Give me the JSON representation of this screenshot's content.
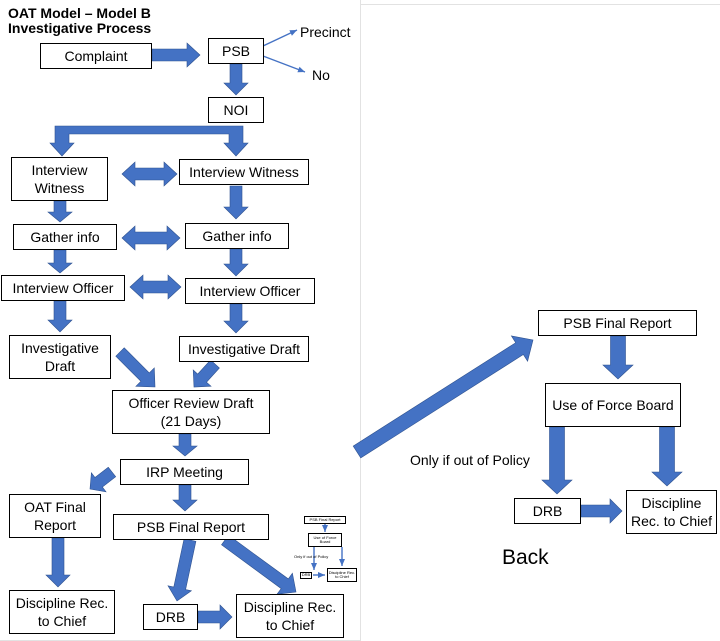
{
  "title": {
    "line1": "OAT Model – Model B",
    "line2": "Investigative Process"
  },
  "nodes": {
    "complaint": "Complaint",
    "psb": "PSB",
    "precinct": "Precinct",
    "no": "No",
    "noi": "NOI",
    "interview_witness_left": "Interview Witness",
    "interview_witness_right": "Interview Witness",
    "gather_info_left": "Gather info",
    "gather_info_right": "Gather info",
    "interview_officer_left": "Interview Officer",
    "interview_officer_right": "Interview Officer",
    "investigative_draft_left": "Investigative Draft",
    "investigative_draft_right": "Investigative Draft",
    "officer_review_line1": "Officer Review Draft",
    "officer_review_line2": "(21 Days)",
    "irp_meeting": "IRP Meeting",
    "oat_final_report": "OAT Final Report",
    "psb_final_report": "PSB Final Report",
    "drb": "DRB",
    "discipline_left": "Discipline Rec. to Chief",
    "discipline_mid": "Discipline Rec. to Chief"
  },
  "right_panel": {
    "psb_final_report": "PSB Final Report",
    "use_of_force_board": "Use of Force Board",
    "only_if_out_of_policy": "Only if out of Policy",
    "drb": "DRB",
    "discipline": "Discipline Rec. to Chief",
    "back_link": "Back"
  },
  "thumbnail": {
    "psb_final_report": "PSB Final Report",
    "use_of_force_board": "Use of Force Board",
    "only_if_out_of_policy": "Only if out of Policy",
    "drb": "DRB",
    "discipline": "Discipline Rec. to Chief"
  },
  "colors": {
    "arrow": "#4472c4",
    "arrow_outline": "#2f528f",
    "box_border": "#000000"
  }
}
